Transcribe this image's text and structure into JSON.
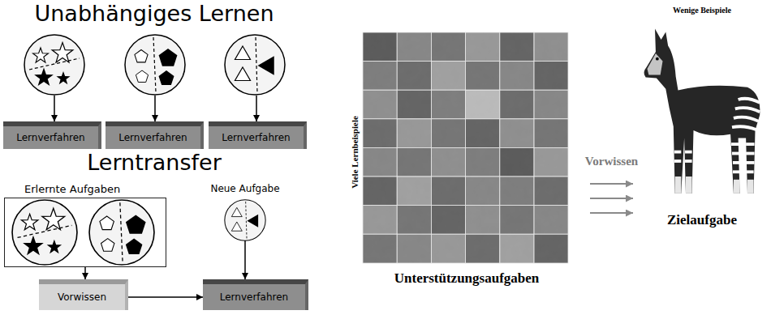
{
  "diagram": {
    "nodes": [
      {
        "text": [
          "Lernverfahren"
        ]
      },
      {
        "text": [
          "Lernverfahren"
        ]
      },
      {
        "text": [
          "Lernverfahren"
        ]
      },
      {
        "text": [
          "Erlernte Aufgaben"
        ]
      },
      {
        "text": [
          "Neue Aufgabe"
        ]
      },
      {
        "text": [
          "Vorwissen"
        ]
      },
      {
        "text": [
          "Lernverfahren"
        ]
      },
      {
        "text": [
          "Viele Lernbeispiele",
          "Unterstützungsaufgaben"
        ]
      },
      {
        "text": [
          "Wenige Beispiele",
          "Zielaufgabe"
        ]
      }
    ],
    "edges": [
      {
        "from": 3,
        "to": 5,
        "arrow": "to"
      },
      {
        "from": 5,
        "to": 6,
        "arrow": "to"
      },
      {
        "from": 4,
        "to": 6,
        "arrow": "to"
      },
      {
        "from": 7,
        "to": 8,
        "arrow": "to",
        "label": "Vorwissen"
      },
      {
        "from": 7,
        "to": 8,
        "arrow": "to"
      },
      {
        "from": 7,
        "to": 8,
        "arrow": "to"
      }
    ],
    "labels": [
      "Unabhängiges Lernen",
      "Lerntransfer"
    ]
  }
}
